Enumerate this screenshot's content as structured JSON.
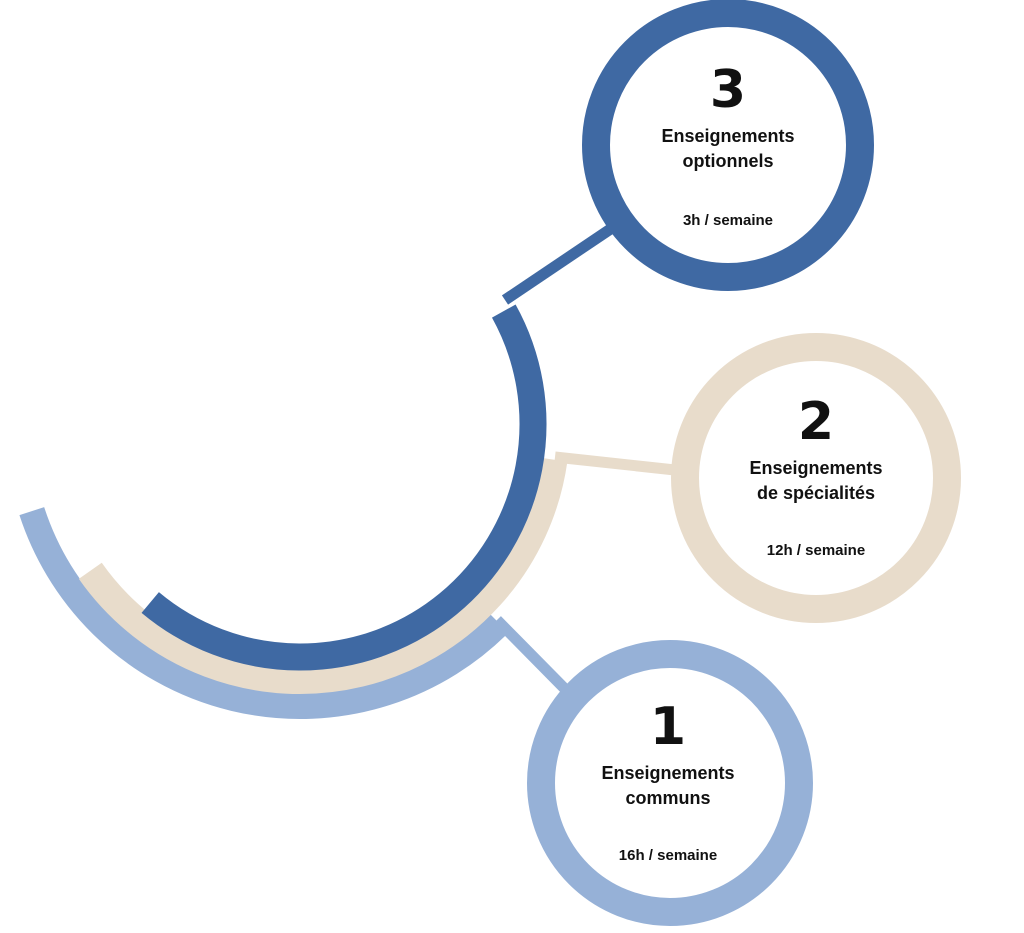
{
  "colors": {
    "dark": "#3F69A3",
    "beige": "#E8DCCB",
    "light": "#96B1D7"
  },
  "items": [
    {
      "number": "1",
      "title_line1": "Enseignements",
      "title_line2": "communs",
      "hours": "16h / semaine"
    },
    {
      "number": "2",
      "title_line1": "Enseignements",
      "title_line2": "de spécialités",
      "hours": "12h / semaine"
    },
    {
      "number": "3",
      "title_line1": "Enseignements",
      "title_line2": "optionnels",
      "hours": "3h / semaine"
    }
  ]
}
